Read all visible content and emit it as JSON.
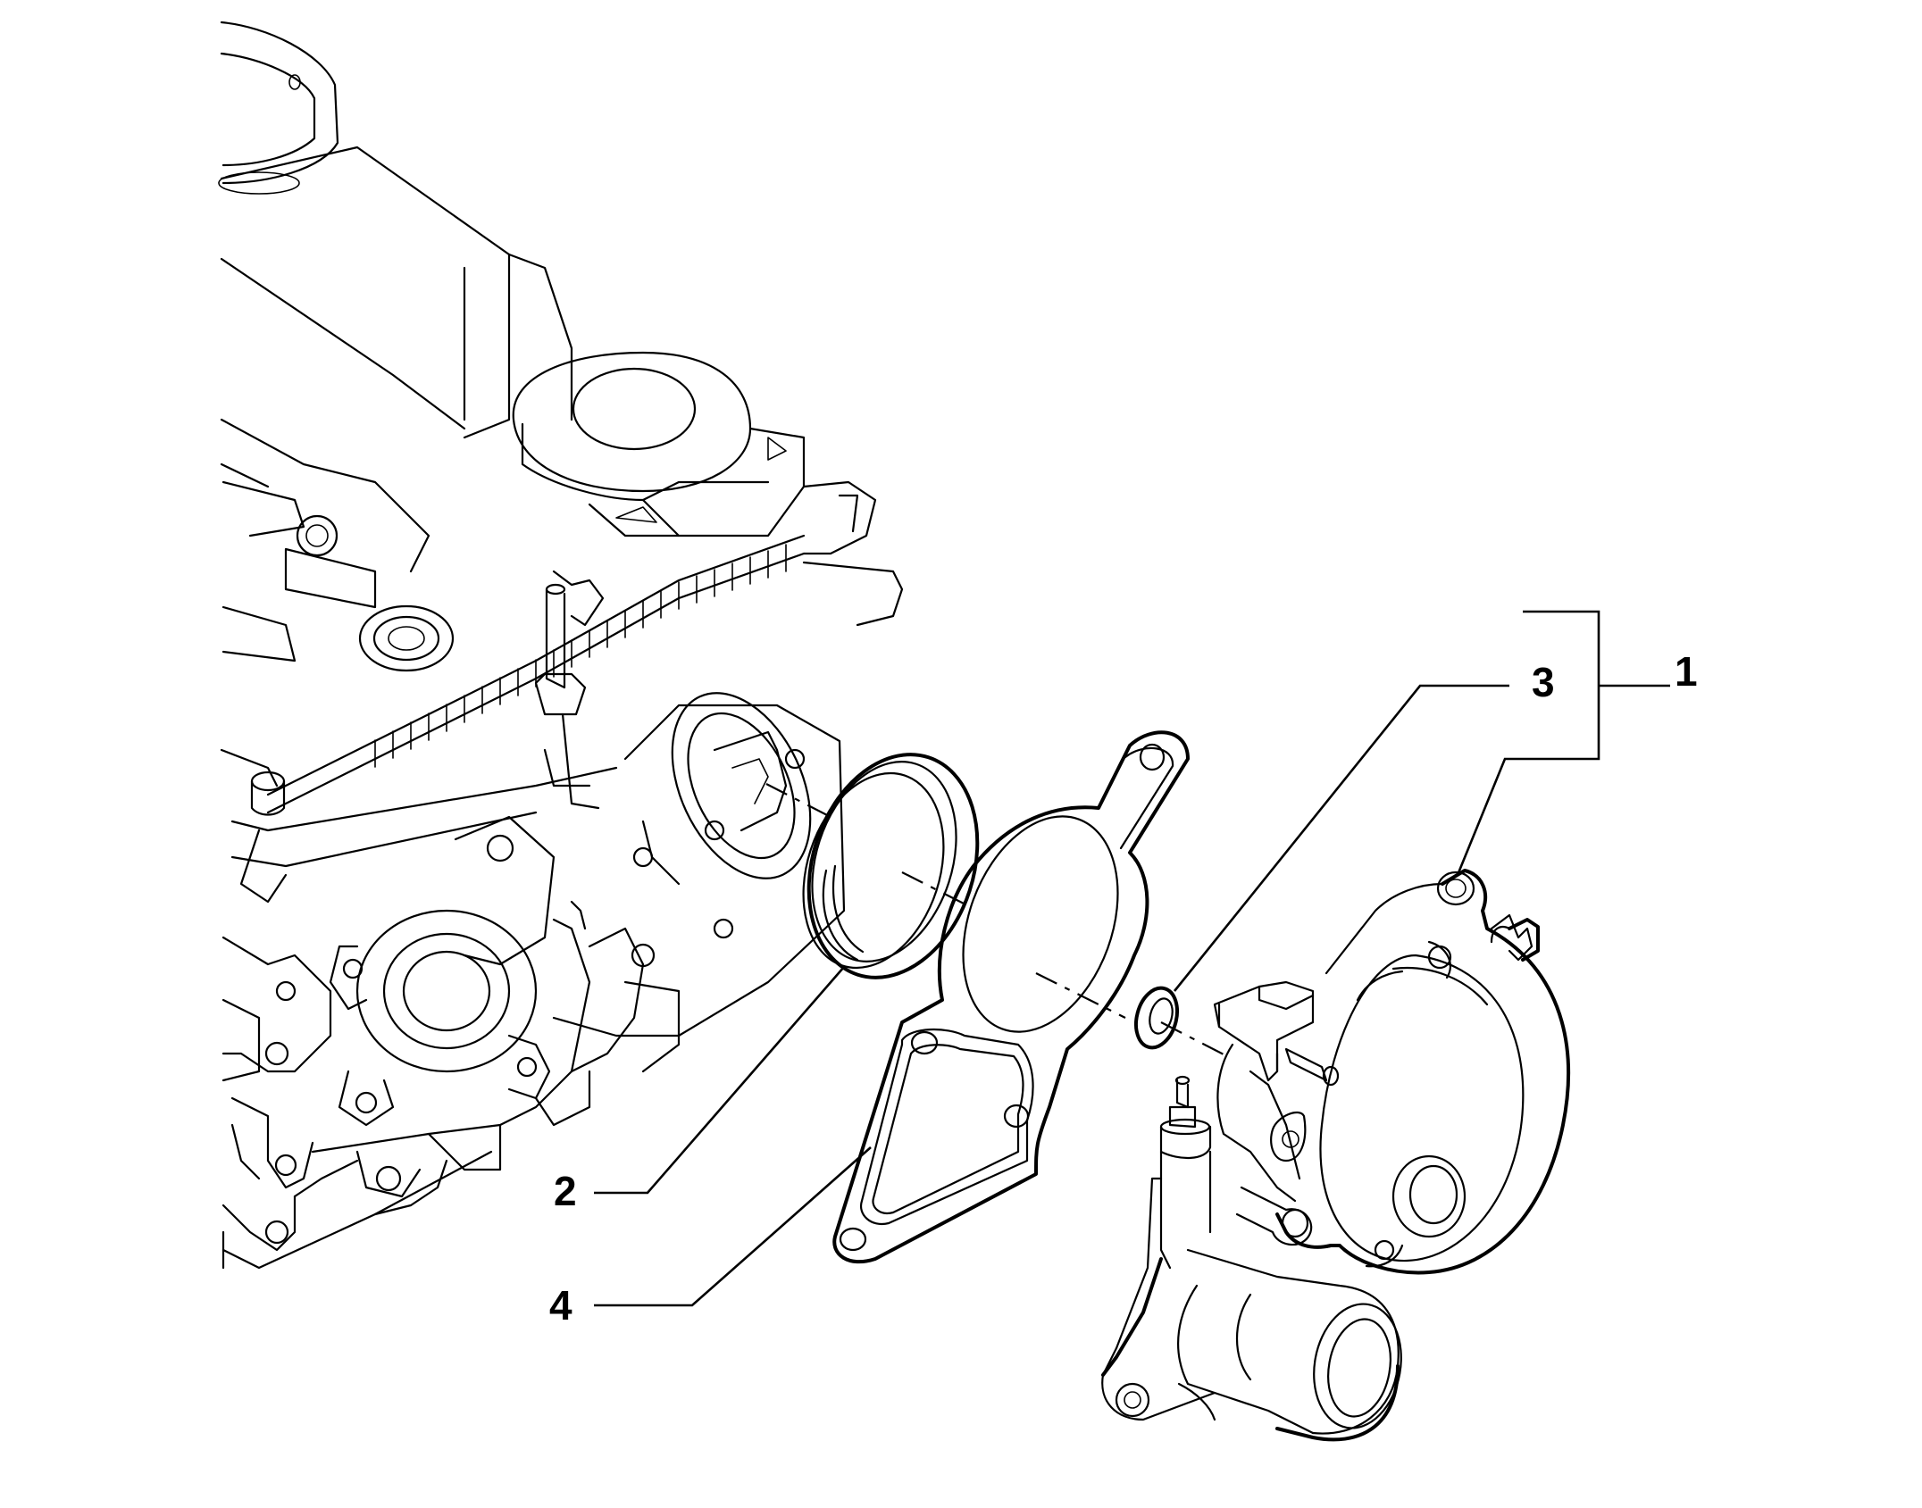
{
  "callouts": {
    "c1": "1",
    "c2": "2",
    "c3": "3",
    "c4": "4"
  },
  "parts": {
    "engine": "engine-head-icon",
    "seal_ring": "o-ring-icon",
    "gasket": "gasket-icon",
    "washer": "washer-icon",
    "vacuum_pump": "vacuum-pump-icon"
  }
}
